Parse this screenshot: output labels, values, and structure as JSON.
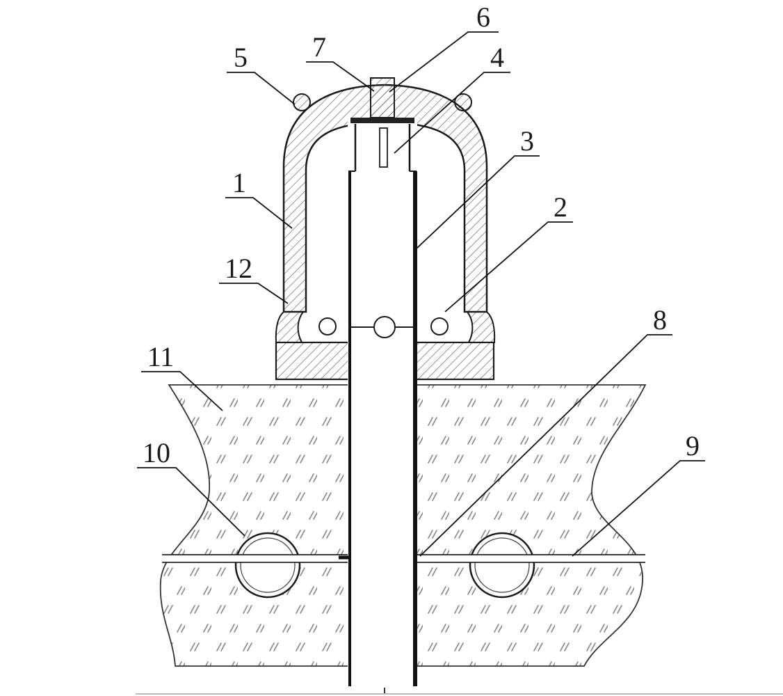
{
  "figure": {
    "kind": "patent-style technical cross-section diagram",
    "colors": {
      "line": "#1a1a1a",
      "hatch": "#5f5f5f",
      "soil_mark": "#8a8a8a",
      "background": "#ffffff"
    },
    "callouts": [
      {
        "text": "1"
      },
      {
        "text": "2"
      },
      {
        "text": "3"
      },
      {
        "text": "4"
      },
      {
        "text": "5"
      },
      {
        "text": "6"
      },
      {
        "text": "7"
      },
      {
        "text": "8"
      },
      {
        "text": "9"
      },
      {
        "text": "10"
      },
      {
        "text": "11"
      },
      {
        "text": "12"
      }
    ]
  }
}
